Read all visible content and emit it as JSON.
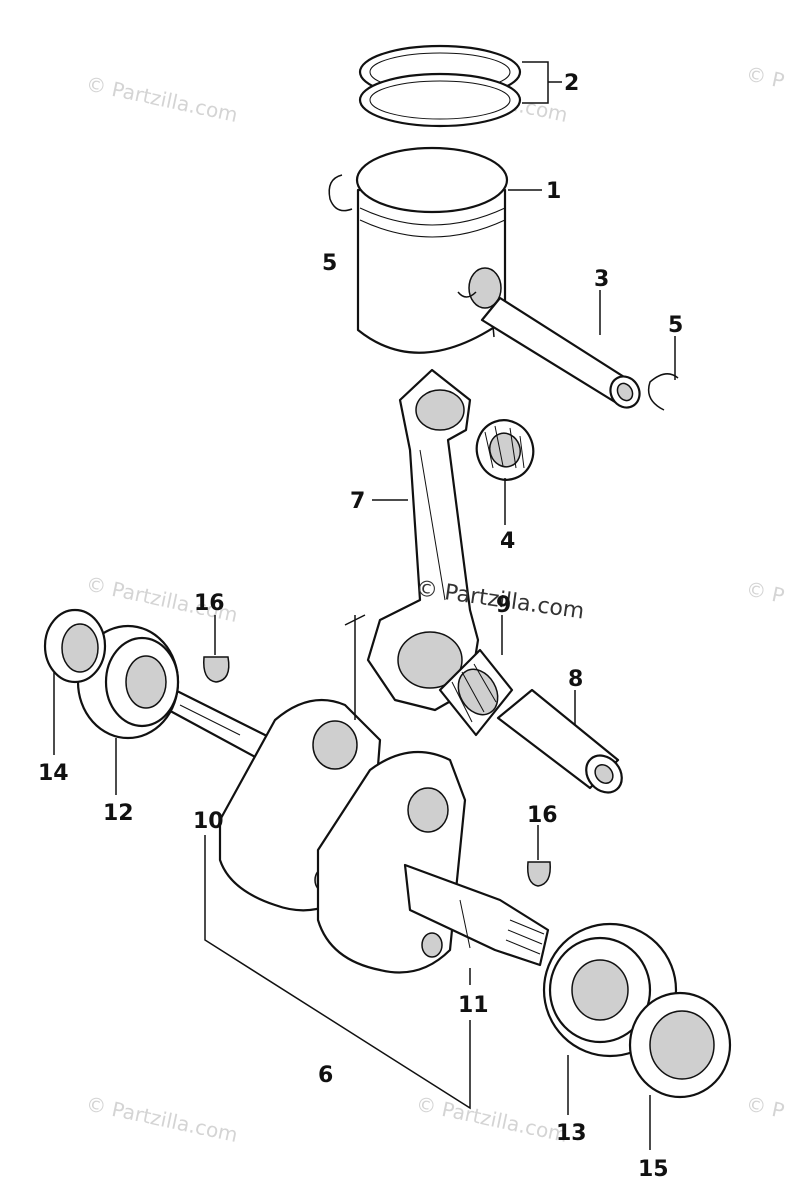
{
  "watermarks": [
    "© Partzilla.com",
    "© Partzilla.com",
    "© P",
    "© Partzilla.com",
    "© Partzilla.com",
    "© P",
    "© Partzilla.com",
    "© Partzilla.com",
    "© P"
  ],
  "center_watermark": "© Partzilla.com",
  "callouts": {
    "c1": "1",
    "c2": "2",
    "c3": "3",
    "c4": "4",
    "c5a": "5",
    "c5b": "5",
    "c6": "6",
    "c7": "7",
    "c8": "8",
    "c9": "9",
    "c10": "10",
    "c11": "11",
    "c12": "12",
    "c13": "13",
    "c14": "14",
    "c15": "15",
    "c16a": "16",
    "c16b": "16"
  }
}
